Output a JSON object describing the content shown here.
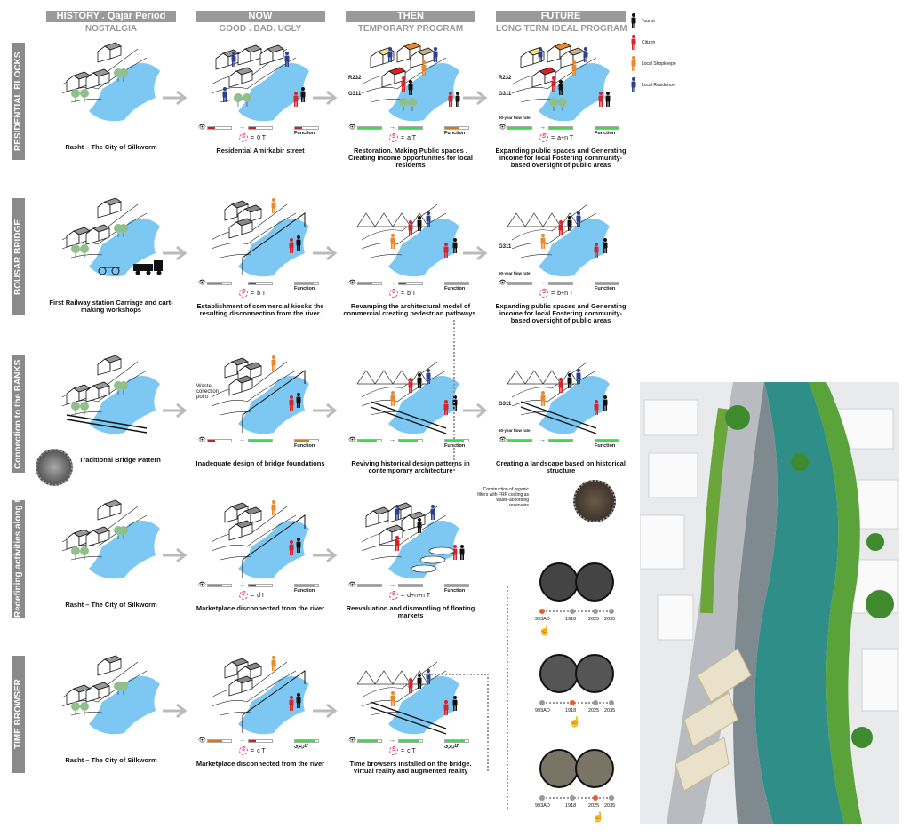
{
  "headers": [
    {
      "title": "HISTORY . Qajar Period",
      "subtitle": "NOSTALGIA"
    },
    {
      "title": "NOW",
      "subtitle": "GOOD . BAD. UGLY"
    },
    {
      "title": "THEN",
      "subtitle": "TEMPORARY PROGRAM"
    },
    {
      "title": "FUTURE",
      "subtitle": "LONG TERM IDEAL PROGRAM"
    }
  ],
  "legend": [
    {
      "label": "Tourist",
      "color": "#111111"
    },
    {
      "label": "Citizen",
      "color": "#d8232a"
    },
    {
      "label": "Local Shopkeepe",
      "color": "#e8892b"
    },
    {
      "label": "Local Residence",
      "color": "#2b3f8f"
    }
  ],
  "colors": {
    "red": "#c8202a",
    "orange": "#d9771f",
    "green": "#3ddc4a",
    "river": "#7cc8f2",
    "pink": "#e4387f"
  },
  "rows": [
    {
      "label": "RESIDENTIAL BLOCKS",
      "cells": [
        {
          "caption": "Rasht – The City of Silkworm"
        },
        {
          "caption": "Residential Amirkabir street",
          "eye": {
            "v": 0.3,
            "c": "red"
          },
          "access": {
            "v": 0.3,
            "c": "red"
          },
          "func": {
            "v": 0.3,
            "c": "red"
          },
          "func_label": "Function",
          "eq": "0 T"
        },
        {
          "caption": "Restoration. Making Public spaces . Creating income opportunities for local residents",
          "eye": {
            "v": 1,
            "c": "green"
          },
          "access": {
            "v": 1,
            "c": "green"
          },
          "func": {
            "v": 0.6,
            "c": "orange"
          },
          "func_label": "Function",
          "eq": "a T",
          "tags": [
            "R232",
            "G311"
          ]
        },
        {
          "caption": "Expanding public spaces and Generating income for local Fostering community-based oversight of public areas",
          "eye": {
            "v": 1,
            "c": "green"
          },
          "access": {
            "v": 1,
            "c": "green"
          },
          "func": {
            "v": 1,
            "c": "green"
          },
          "func_label": "Function",
          "eq": "a+n T",
          "tags": [
            "R232",
            "G311"
          ],
          "flow": "50-year flow rate"
        }
      ]
    },
    {
      "label": "BOUSAR BRIDGE",
      "cells": [
        {
          "caption": "First Railway station Carriage and cart-making workshops"
        },
        {
          "caption": "Establishment of commercial kiosks the resulting disconnection from the river.",
          "eye": {
            "v": 0.6,
            "c": "orange"
          },
          "access": {
            "v": 0.3,
            "c": "red"
          },
          "func": {
            "v": 0.8,
            "c": "green"
          },
          "func_label": "Function",
          "eq": "b T"
        },
        {
          "caption": "Revamping the architectural model of commercial creating pedestrian pathways.",
          "eye": {
            "v": 0.6,
            "c": "orange"
          },
          "access": {
            "v": 0.3,
            "c": "red"
          },
          "func": {
            "v": 1,
            "c": "green"
          },
          "func_label": "Function",
          "eq": "b T"
        },
        {
          "caption": "Expanding public spaces and Generating income for local Fostering community-based oversight of public areas",
          "eye": {
            "v": 1,
            "c": "green"
          },
          "access": {
            "v": 1,
            "c": "green"
          },
          "func": {
            "v": 1,
            "c": "green"
          },
          "func_label": "Function",
          "eq": "b+n T",
          "tags": [
            "G311"
          ],
          "flow": "50-year flow rate"
        }
      ]
    },
    {
      "label": "Connection to the BANKS",
      "cells": [
        {
          "caption": "Traditional Bridge Pattern"
        },
        {
          "caption": "Inadequate design of bridge foundations",
          "eye": {
            "v": 0.3,
            "c": "red"
          },
          "access": {
            "v": 1,
            "c": "green"
          },
          "func": {
            "v": 0.6,
            "c": "orange"
          },
          "func_label": "Function",
          "note": "Waste collection point"
        },
        {
          "caption": "Reviving historical design patterns in contemporary architecture",
          "eye": {
            "v": 0.8,
            "c": "green"
          },
          "access": {
            "v": 0.8,
            "c": "green"
          },
          "func": {
            "v": 0.8,
            "c": "green"
          },
          "func_label": "Function"
        },
        {
          "caption": "Creating a landscape based on historical structure",
          "eye": {
            "v": 1,
            "c": "green"
          },
          "access": {
            "v": 1,
            "c": "green"
          },
          "func": {
            "v": 1,
            "c": "green"
          },
          "func_label": "Function",
          "tags": [
            "G311"
          ],
          "flow": "50-year flow rate"
        }
      ]
    },
    {
      "label": "Redefining activities along the riverbank",
      "cells": [
        {
          "caption": "Rasht – The City of Silkworm"
        },
        {
          "caption": "Marketplace disconnected from the river",
          "eye": {
            "v": 0.6,
            "c": "orange"
          },
          "access": {
            "v": 0.3,
            "c": "red"
          },
          "func": {
            "v": 0.85,
            "c": "green"
          },
          "func_label": "Function",
          "eq": "d I"
        },
        {
          "caption": "Reevaluation and dismantling of floating markets",
          "eye": {
            "v": 1,
            "c": "green"
          },
          "access": {
            "v": 1,
            "c": "green"
          },
          "func": {
            "v": 1,
            "c": "green"
          },
          "func_label": "Function",
          "eq": "d+n+n T"
        }
      ]
    },
    {
      "label": "TIME BROWSER",
      "cells": [
        {
          "caption": "Rasht – The City of Silkworm"
        },
        {
          "caption": "Marketplace disconnected from the river",
          "eye": {
            "v": 0.6,
            "c": "orange"
          },
          "access": {
            "v": 0.3,
            "c": "red"
          },
          "func": {
            "v": 0.85,
            "c": "green"
          },
          "func_label": "کاربری",
          "eq": "c T"
        },
        {
          "caption": "Time browsers installed on the bridge. Virtual reality and augmented reality",
          "eye": {
            "v": 0.85,
            "c": "green"
          },
          "access": {
            "v": 0.85,
            "c": "green"
          },
          "func": {
            "v": 0.85,
            "c": "green"
          },
          "func_label": "کاربری",
          "eq": "c T"
        }
      ]
    }
  ],
  "filter_note": "Construction of organic filters with FRP coating as waste-absorbing reservoirs",
  "time_browser": {
    "years": [
      "993AD",
      "1918",
      "2025",
      "2035"
    ],
    "views": [
      {
        "active": 0
      },
      {
        "active": 1
      },
      {
        "active": 2
      }
    ]
  }
}
